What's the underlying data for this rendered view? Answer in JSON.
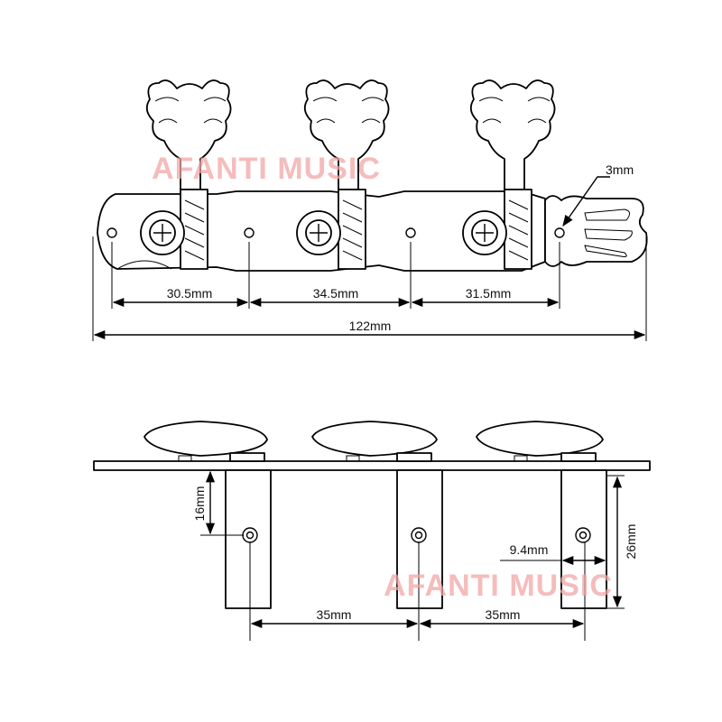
{
  "watermark": {
    "text": "AFANTI MUSIC",
    "color": "#f2a6a6"
  },
  "top_view": {
    "dimensions": {
      "hole_spacing_1": "30.5mm",
      "hole_spacing_2": "34.5mm",
      "hole_spacing_3": "31.5mm",
      "total_length": "122mm",
      "edge_offset": "3mm"
    }
  },
  "side_view": {
    "dimensions": {
      "post_spacing_1": "35mm",
      "post_spacing_2": "35mm",
      "hole_height": "16mm",
      "post_height": "26mm",
      "post_width": "9.4mm"
    }
  },
  "colors": {
    "line": "#000000",
    "background": "#ffffff"
  }
}
